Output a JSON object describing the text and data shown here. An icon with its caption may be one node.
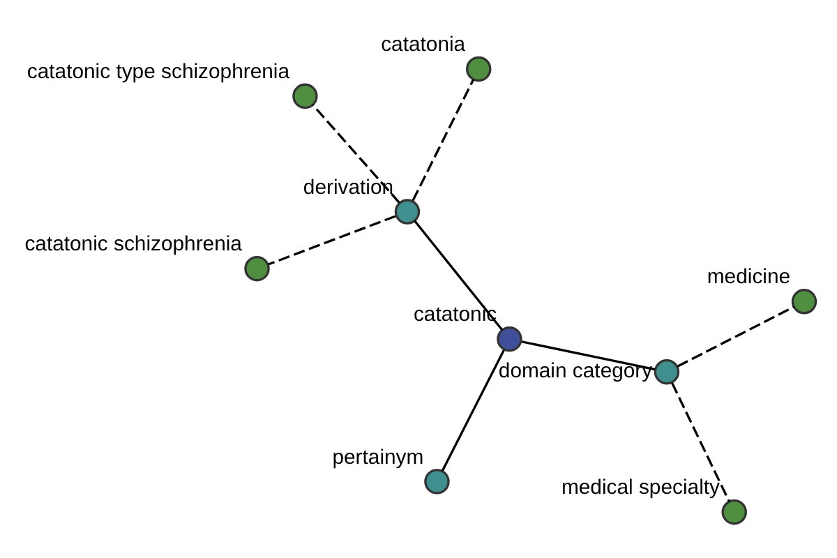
{
  "diagram": {
    "nodes": [
      {
        "text": [
          "catatonic"
        ]
      },
      {
        "text": [
          "derivation"
        ]
      },
      {
        "text": [
          "pertainym"
        ]
      },
      {
        "text": [
          "domain category"
        ]
      },
      {
        "text": [
          "catatonia"
        ]
      },
      {
        "text": [
          "catatonic type schizophrenia"
        ]
      },
      {
        "text": [
          "catatonic schizophrenia"
        ]
      },
      {
        "text": [
          "medicine"
        ]
      },
      {
        "text": [
          "medical specialty"
        ]
      }
    ],
    "edges": [
      {
        "from": 0,
        "to": 1,
        "arrow": "none"
      },
      {
        "from": 0,
        "to": 2,
        "arrow": "none"
      },
      {
        "from": 0,
        "to": 3,
        "arrow": "none"
      },
      {
        "from": 1,
        "to": 4,
        "arrow": "none",
        "style": "dashed"
      },
      {
        "from": 1,
        "to": 5,
        "arrow": "none",
        "style": "dashed"
      },
      {
        "from": 1,
        "to": 6,
        "arrow": "none",
        "style": "dashed"
      },
      {
        "from": 3,
        "to": 7,
        "arrow": "none",
        "style": "dashed"
      },
      {
        "from": 3,
        "to": 8,
        "arrow": "none",
        "style": "dashed"
      }
    ]
  }
}
